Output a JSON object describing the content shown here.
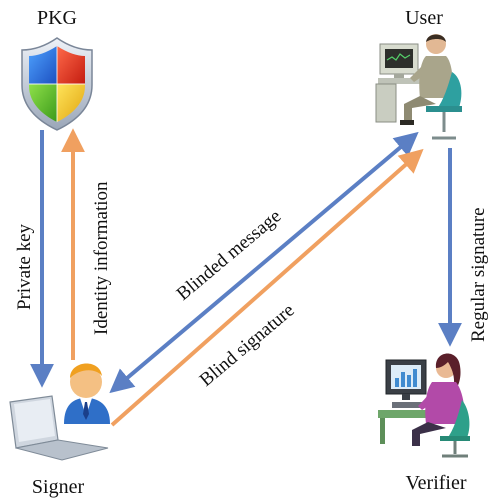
{
  "nodes": {
    "pkg": {
      "label": "PKG",
      "icon": "shield-icon"
    },
    "user": {
      "label": "User",
      "icon": "computer-user-icon"
    },
    "signer": {
      "label": "Signer",
      "icon": "laptop-user-icon"
    },
    "verifier": {
      "label": "Verifier",
      "icon": "computer-woman-icon"
    }
  },
  "edges": {
    "private_key": {
      "label": "Private key",
      "color": "#5b7fc4"
    },
    "identity_information": {
      "label": "Identity information",
      "color": "#f0a060"
    },
    "blinded_message": {
      "label": "Blinded message",
      "color": "#5b7fc4"
    },
    "blind_signature": {
      "label": "Blind signature",
      "color": "#f0a060"
    },
    "regular_signature": {
      "label": "Regular signature",
      "color": "#5b7fc4"
    }
  }
}
